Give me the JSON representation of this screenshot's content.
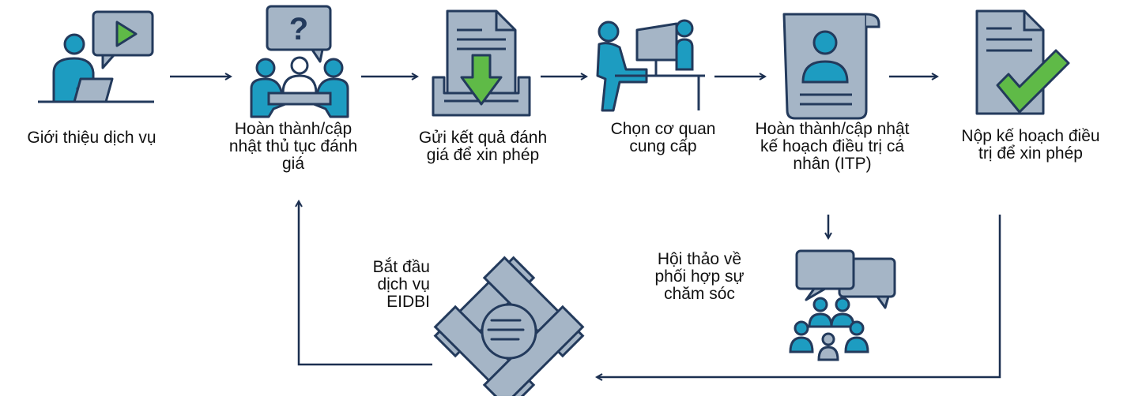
{
  "steps": [
    {
      "id": "intro",
      "icon": "video-presentation-icon",
      "lines": [
        "Giới thiệu dịch vụ"
      ]
    },
    {
      "id": "assess",
      "icon": "meeting-question-icon",
      "lines": [
        "Hoàn thành/cập",
        "nhật thủ tục đánh",
        "giá"
      ]
    },
    {
      "id": "submit-results",
      "icon": "document-download-icon",
      "lines": [
        "Gửi kết quả đánh",
        "giá để xin phép"
      ]
    },
    {
      "id": "choose-provider",
      "icon": "person-at-desk-icon",
      "lines": [
        "Chọn cơ quan",
        "cung cấp"
      ]
    },
    {
      "id": "itp",
      "icon": "profile-scroll-icon",
      "lines": [
        "Hoàn thành/cập nhật",
        "kế hoạch điều trị cá",
        "nhân (ITP)"
      ]
    },
    {
      "id": "submit-plan",
      "icon": "document-check-icon",
      "lines": [
        "Nộp kế hoạch điều",
        "trị để xin phép"
      ]
    }
  ],
  "loop": [
    {
      "id": "conference",
      "icon": "group-discussion-icon",
      "lines": [
        "Hội thảo về",
        "phối hợp sự",
        "chăm sóc"
      ]
    },
    {
      "id": "start",
      "icon": "hands-together-icon",
      "lines": [
        "Bắt đầu",
        "dịch vụ",
        "EIDBI"
      ]
    }
  ],
  "colors": {
    "arrow": "#1b2f50",
    "icon_fill": "#a5b5c6",
    "icon_stroke": "#233a5c",
    "person": "#1d9cc1",
    "accent_green": "#5fba47"
  }
}
